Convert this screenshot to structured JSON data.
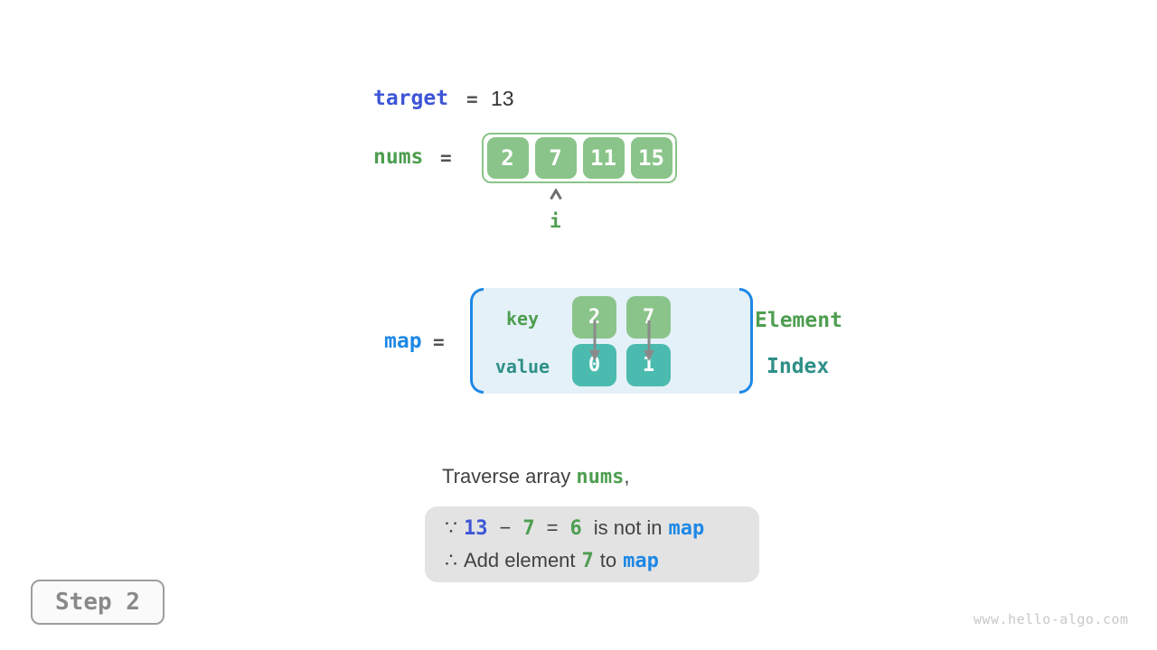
{
  "colors": {
    "royal-blue": "#3D55D6",
    "sky-blue": "#1E88E5",
    "green-text": "#4E9E50",
    "green-fill": "#8AC48A",
    "teal-fill": "#4BBBAF",
    "teal-text": "#2F9088",
    "dark-text": "#424242",
    "mid-gray": "#555555",
    "arrow-gray": "#8A8A8A",
    "statement-bg": "#E3E3E3",
    "map-bg": "#E4F1F9",
    "step-border": "#9E9E9E",
    "step-text": "#8A8A8A",
    "step-bg": "#FAFAFA",
    "watermark": "#C8C8C8",
    "cell-text": "#FFFFFF"
  },
  "target_row": {
    "label": "target",
    "equals": "=",
    "value": "13"
  },
  "nums_row": {
    "label": "nums",
    "equals": "=",
    "cells": [
      "2",
      "7",
      "11",
      "15"
    ],
    "pointer_label": "i"
  },
  "map_row": {
    "label": "map",
    "equals": "=",
    "key_label": "key",
    "value_label": "value",
    "keys": [
      "2",
      "7"
    ],
    "values": [
      "0",
      "1"
    ],
    "element_label": "Element",
    "index_label": "Index"
  },
  "caption": {
    "prefix": "Traverse array ",
    "highlight": "nums",
    "suffix": ","
  },
  "statement": {
    "line1": {
      "because": "∵",
      "minuend": "13",
      "minus": "−",
      "subtrahend": "7",
      "equals": "=",
      "difference": "6",
      "text": "is not in",
      "map": "map"
    },
    "line2": {
      "therefore": "∴",
      "text1": "Add element",
      "num": "7",
      "text2": "to",
      "map": "map"
    }
  },
  "step_badge": {
    "label": "Step 2"
  },
  "watermark": "www.hello-algo.com"
}
